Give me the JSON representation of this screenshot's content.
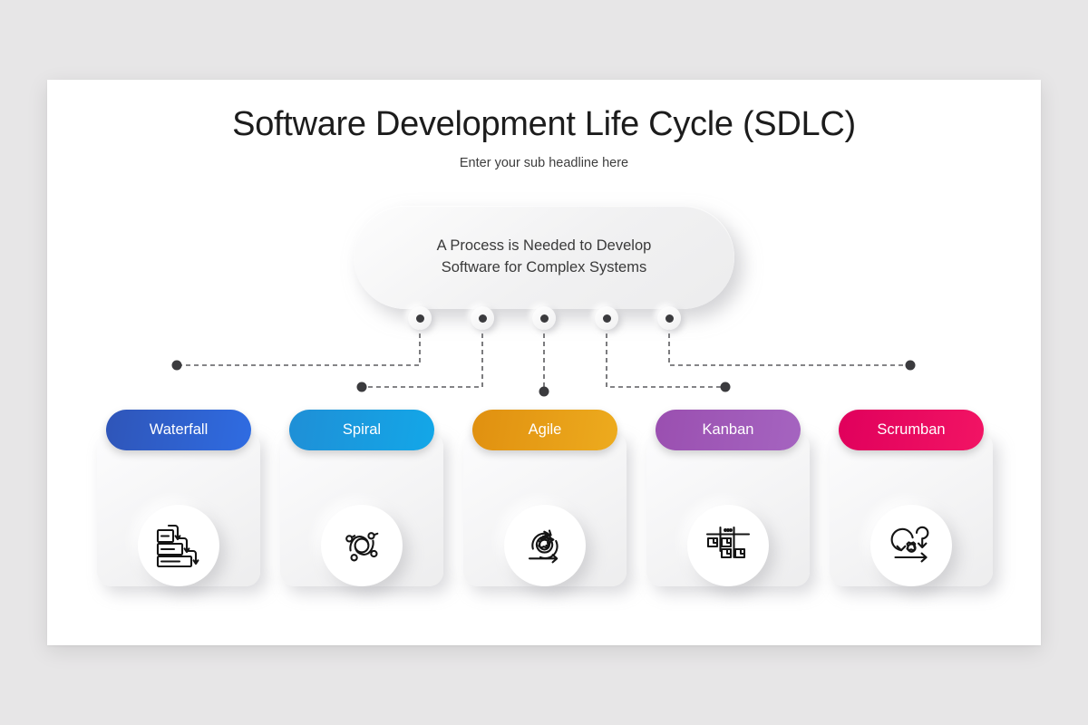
{
  "slide": {
    "title": "Software Development Life Cycle (SDLC)",
    "subtitle": "Enter your sub headline here",
    "background_color": "#e7e6e7",
    "canvas_color": "#ffffff"
  },
  "hub": {
    "text": "A Process is Needed to Develop\nSoftware for Complex Systems",
    "node_count": 5,
    "node_color": "#3b3b3e"
  },
  "connectors": {
    "line_color": "#4a4a4e",
    "style": "dashed",
    "endpoint_dot_color": "#3b3b3e"
  },
  "cards": [
    {
      "label": "Waterfall",
      "icon": "waterfall-cascade-icon",
      "color_start": "#2f55b8",
      "color_end": "#2f6ce2"
    },
    {
      "label": "Spiral",
      "icon": "spiral-vortex-nodes-icon",
      "color_start": "#1f8fd6",
      "color_end": "#13a7e8"
    },
    {
      "label": "Agile",
      "icon": "gear-cycle-arrow-icon",
      "color_start": "#e09010",
      "color_end": "#edab1e"
    },
    {
      "label": "Kanban",
      "icon": "kanban-board-cards-icon",
      "color_start": "#9a4fb0",
      "color_end": "#a564c0"
    },
    {
      "label": "Scrumban",
      "icon": "scrum-spiral-gear-arrow-icon",
      "color_start": "#e0005c",
      "color_end": "#f21464"
    }
  ]
}
